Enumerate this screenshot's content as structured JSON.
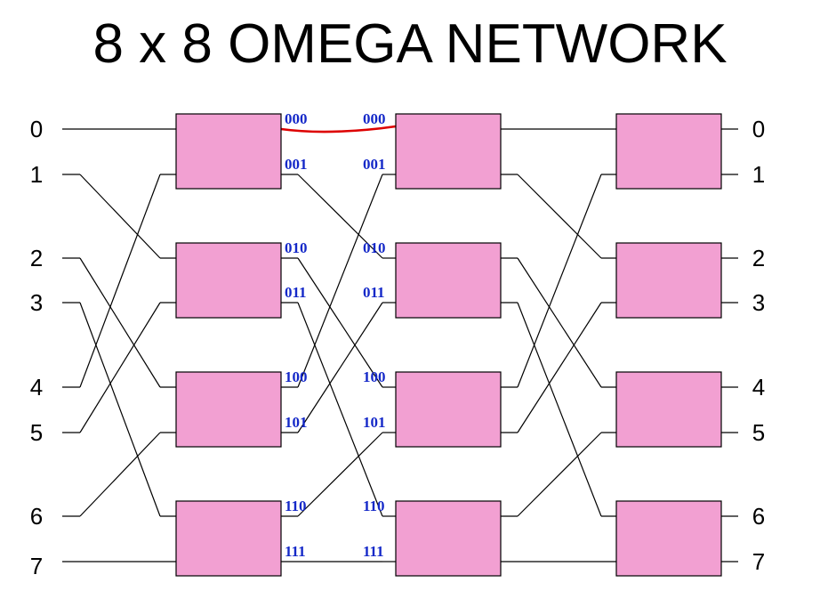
{
  "title": "8 x 8 OMEGA NETWORK",
  "input_labels": [
    "0",
    "1",
    "2",
    "3",
    "4",
    "5",
    "6",
    "7"
  ],
  "output_labels": [
    "0",
    "1",
    "2",
    "3",
    "4",
    "5",
    "6",
    "7"
  ],
  "stage1_out_labels": [
    "000",
    "001",
    "010",
    "011",
    "100",
    "101",
    "110",
    "111"
  ],
  "stage2_in_labels": [
    "000",
    "001",
    "010",
    "011",
    "100",
    "101",
    "110",
    "111"
  ],
  "colors": {
    "switch_fill": "#f2a0d2",
    "switch_stroke": "#000000",
    "wire": "#000000",
    "highlight_path": "#dd0000",
    "binary_label": "#1428c8"
  },
  "highlighted_path": "000 → 000"
}
